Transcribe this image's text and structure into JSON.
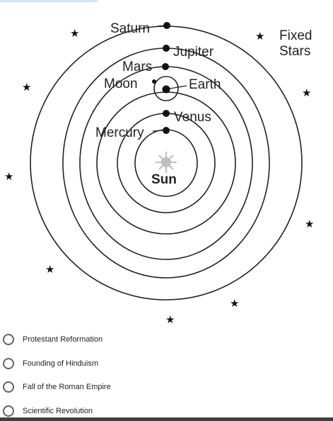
{
  "colors": {
    "accent": "#d2e3fc",
    "bottom_bar": "#3c4043",
    "ink": "#222222",
    "sun": "#bfbfbf"
  },
  "diagram": {
    "labels": {
      "saturn": "Saturn",
      "jupiter": "Jupiter",
      "mars": "Mars",
      "moon": "Moon",
      "earth": "Earth",
      "venus": "Venus",
      "mercury": "Mercury",
      "sun": "Sun",
      "fixed": "Fixed",
      "stars": "Stars"
    },
    "icons": [
      "star-icon",
      "sun-icon",
      "planet-dot-icon"
    ]
  },
  "options": [
    {
      "label": "Protestant Reformation",
      "selected": false
    },
    {
      "label": "Founding of Hinduism",
      "selected": false
    },
    {
      "label": "Fall of the Roman Empire",
      "selected": false
    },
    {
      "label": "Scientific Revolution",
      "selected": false
    }
  ]
}
